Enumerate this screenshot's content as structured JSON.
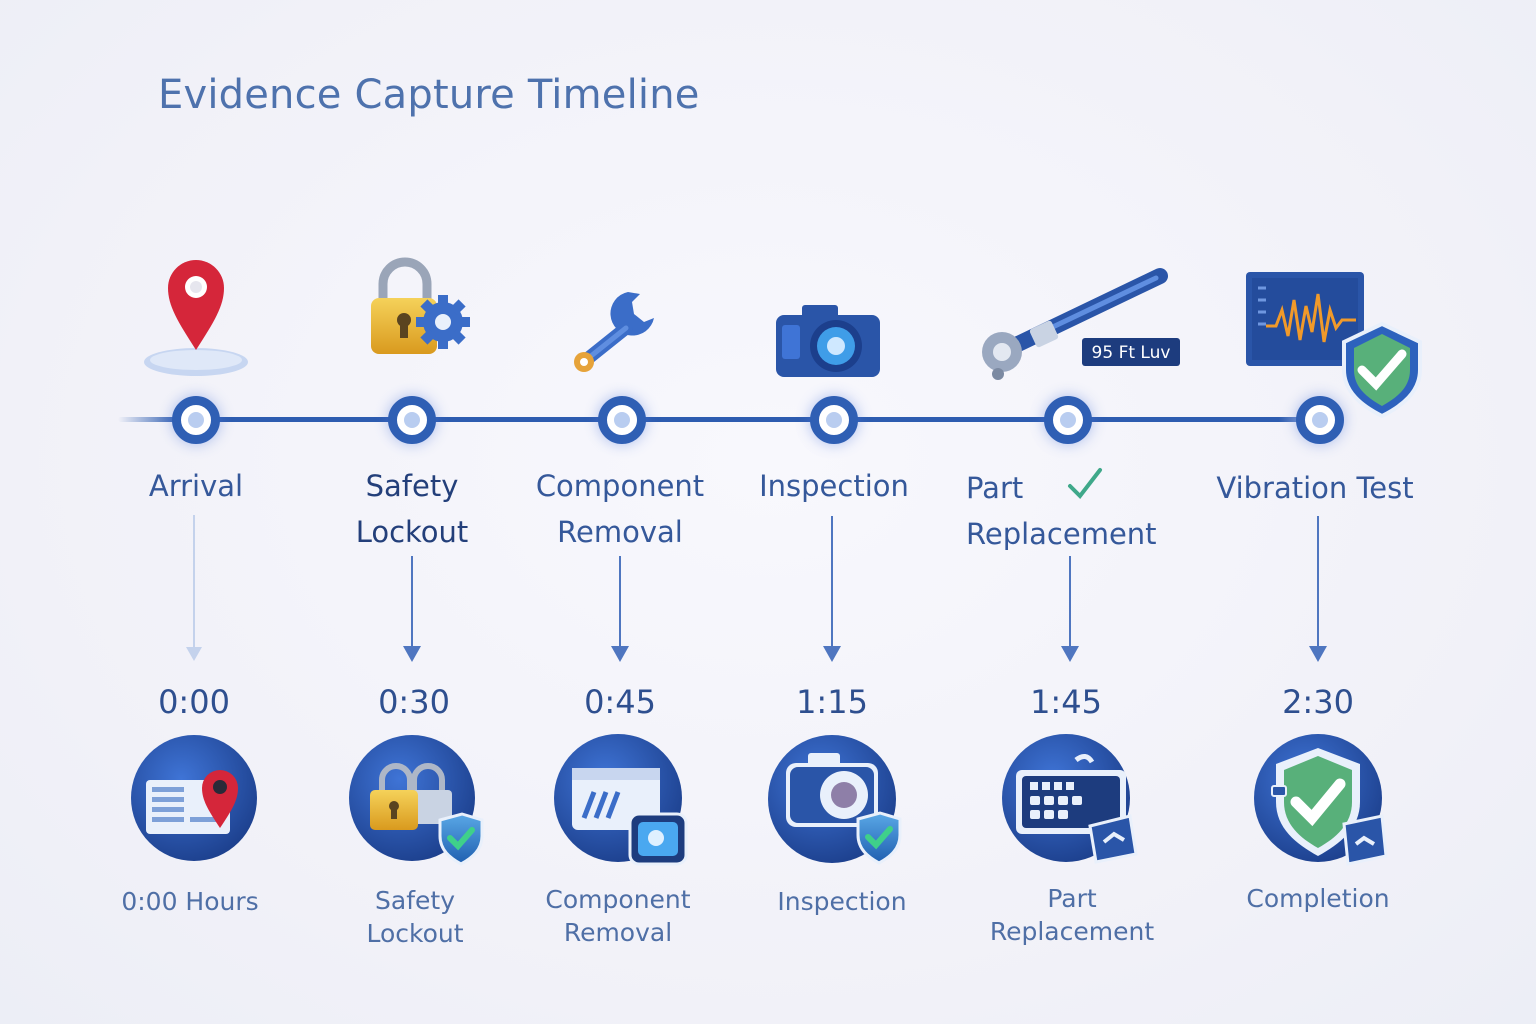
{
  "title": "Evidence Capture Timeline",
  "colors": {
    "primary": "#2f5fb4",
    "title": "#4e72ad",
    "check": "#3fa867",
    "pin": "#d5263a",
    "lock": "#e9b632"
  },
  "top_badge_text": "95 Ft Luv",
  "stages": [
    {
      "label": "Arrival",
      "time": "0:00",
      "caption": "0:00 Hours",
      "icon": "location-pin-icon",
      "badge_icon": "map-pin-badge-icon"
    },
    {
      "label": "Safety Lockout",
      "label_line1": "Safety",
      "label_line2": "Lockout",
      "time": "0:30",
      "caption_line1": "Safety",
      "caption_line2": "Lockout",
      "icon": "padlock-gear-icon",
      "badge_icon": "padlock-shield-badge-icon"
    },
    {
      "label": "Component Removal",
      "label_line1": "Component",
      "label_line2": "Removal",
      "time": "0:45",
      "caption_line1": "Component",
      "caption_line2": "Removal",
      "icon": "wrench-icon",
      "badge_icon": "component-camera-badge-icon"
    },
    {
      "label": "Inspection",
      "time": "1:15",
      "caption": "Inspection",
      "icon": "camera-icon",
      "badge_icon": "camera-shield-badge-icon"
    },
    {
      "label": "Part Replacement",
      "label_line1": "Part",
      "label_line2": "Replacement",
      "time": "1:45",
      "caption_line1": "Part",
      "caption_line2": "Replacement",
      "icon": "torque-wrench-icon",
      "badge_icon": "part-panel-badge-icon"
    },
    {
      "label": "Vibration Test",
      "time": "2:30",
      "caption": "Completion",
      "icon": "vibration-monitor-shield-icon",
      "badge_icon": "shield-check-badge-icon"
    }
  ]
}
